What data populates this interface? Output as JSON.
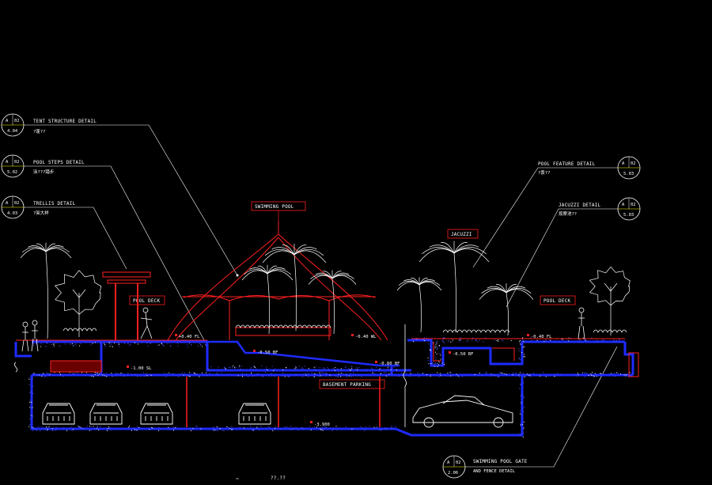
{
  "callouts": [
    {
      "id": "tent",
      "title": "TENT STRUCTURE DETAIL",
      "subtitle": "?蓬??",
      "sheet": "A",
      "num": "02",
      "ref": "4.04"
    },
    {
      "id": "steps",
      "title": "POOL STEPS DETAIL",
      "subtitle": "泳???踏步",
      "sheet": "A",
      "num": "02",
      "ref": "5.02"
    },
    {
      "id": "trellis",
      "title": "TRELLIS DETAIL",
      "subtitle": "?架大样",
      "sheet": "A",
      "num": "02",
      "ref": "4.03"
    },
    {
      "id": "feature",
      "title": "POOL FEATURE DETAIL",
      "subtitle": "?景??",
      "sheet": "A",
      "num": "02",
      "ref": "5.03"
    },
    {
      "id": "jacuzzi",
      "title": "JACUZZI DETAIL",
      "subtitle": "按摩池??",
      "sheet": "A",
      "num": "02",
      "ref": "5.03"
    },
    {
      "id": "gate",
      "title": "SWIMMING POOL GATE",
      "subtitle": "AND FENCE DETAIL",
      "sheet": "A",
      "num": "02",
      "ref": "2.06"
    }
  ],
  "labels": {
    "swimming_pool": "SWIMMING POOL",
    "jacuzzi": "JACUZZI",
    "pool_deck_left": "POOL DECK",
    "pool_deck_right": "POOL DECK",
    "basement_parking": "BASEMENT PARKING",
    "section_title": "??.??"
  },
  "levels": {
    "deck_left": "+0.40 FL",
    "pool_wl": "-0.40 WL",
    "deck_right": "-0.40 FL",
    "pool_bf1": "-0.50 BF",
    "pool_bf2": "-0.80 BF",
    "jacuzzi_bf": "-0.50 BF",
    "slab": "-1.00 SL",
    "parking": "-3.900"
  },
  "colors": {
    "background": "#000000",
    "structure": "#1e2bff",
    "accent": "#ff1f1f",
    "linework": "#ffffff",
    "bubble_divider": "#ffff00"
  }
}
